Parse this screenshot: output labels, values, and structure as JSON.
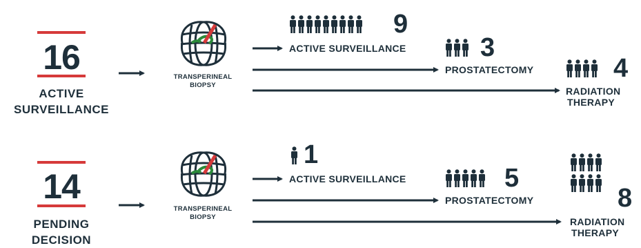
{
  "colors": {
    "dark": "#1e2f3a",
    "accent_red": "#d63a3a",
    "accent_green": "#2c8a3a",
    "background": "#ffffff"
  },
  "icons": [
    "prostate-globe-icon",
    "person-icon",
    "arrow-right-icon"
  ],
  "rows": [
    {
      "count": "16",
      "label_line1": "ACTIVE",
      "label_line2": "SURVEILLANCE",
      "biopsy_line1": "TRANSPERINEAL",
      "biopsy_line2": "BIOPSY",
      "outcomes": [
        {
          "count": "9",
          "count_value": 9,
          "label": "ACTIVE SURVEILLANCE"
        },
        {
          "count": "3",
          "count_value": 3,
          "label": "PROSTATECTOMY"
        },
        {
          "count": "4",
          "count_value": 4,
          "label_line1": "RADIATION",
          "label_line2": "THERAPY"
        }
      ]
    },
    {
      "count": "14",
      "label_line1": "PENDING",
      "label_line2": "DECISION",
      "biopsy_line1": "TRANSPERINEAL",
      "biopsy_line2": "BIOPSY",
      "outcomes": [
        {
          "count": "1",
          "count_value": 1,
          "label": "ACTIVE SURVEILLANCE"
        },
        {
          "count": "5",
          "count_value": 5,
          "label": "PROSTATECTOMY"
        },
        {
          "count": "8",
          "count_value": 8,
          "label_line1": "RADIATION",
          "label_line2": "THERAPY"
        }
      ]
    }
  ]
}
